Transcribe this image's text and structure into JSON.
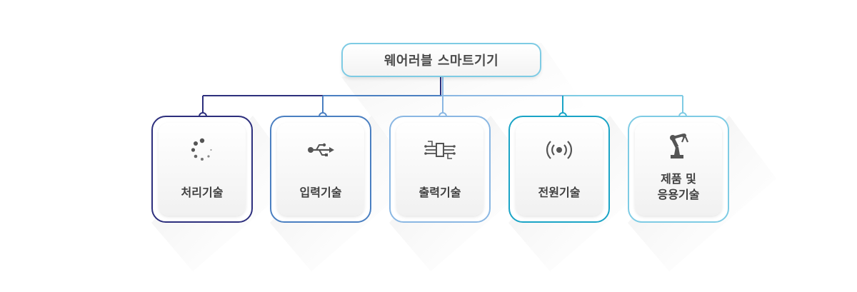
{
  "root": {
    "label": "웨어러블 스마트기기"
  },
  "children": [
    {
      "label": "처리기술",
      "icon": "loading-spinner-icon",
      "color": "#2d2f7d"
    },
    {
      "label": "입력기술",
      "icon": "usb-icon",
      "color": "#4a7fc1"
    },
    {
      "label": "출력기술",
      "icon": "processor-chip-icon",
      "color": "#8ab7e3"
    },
    {
      "label": "전원기술",
      "icon": "wireless-signal-icon",
      "color": "#1aa4c6"
    },
    {
      "label": "제품 및\n응용기술",
      "icon": "robot-arm-icon",
      "color": "#7ecbe4"
    }
  ]
}
